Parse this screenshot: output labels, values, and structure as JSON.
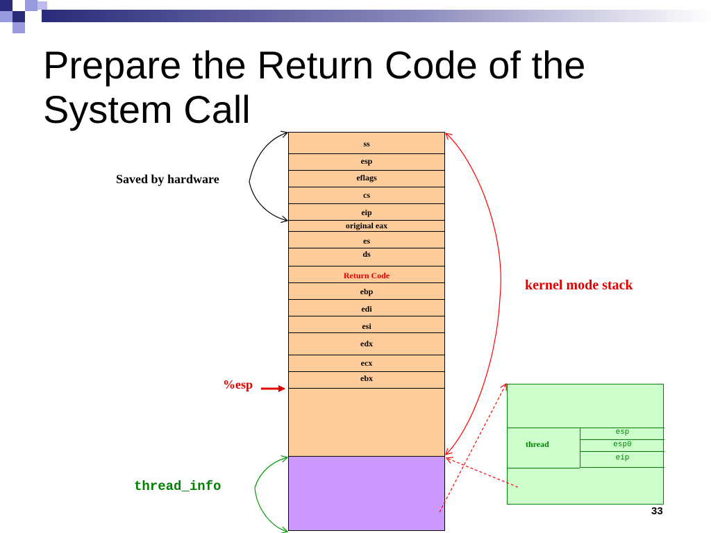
{
  "slide": {
    "title": "Prepare the Return Code of the\nSystem Call",
    "page_number": "33"
  },
  "stack": {
    "slots": [
      "ss",
      "esp",
      "eflags",
      "cs",
      "eip",
      "original eax",
      "es",
      "ds",
      "Return Code",
      "ebp",
      "edi",
      "esi",
      "edx",
      "ecx",
      "ebx"
    ],
    "highlight_label": "Return Code"
  },
  "labels": {
    "saved_by_hardware": "Saved by hardware",
    "kernel_mode_stack": "kernel mode stack",
    "esp_pointer": "%esp",
    "thread_info": "thread_info"
  },
  "thread_struct": {
    "label": "thread",
    "fields": [
      "esp",
      "esp0",
      "eip"
    ]
  },
  "colors": {
    "stack_fill": "#fecc9a",
    "thread_info_fill": "#cc99ff",
    "thread_struct_fill": "#ccffcc",
    "kernel_arrow": "#ff0000",
    "thread_info_arrow": "#009900",
    "hardware_arrow": "#000000"
  }
}
